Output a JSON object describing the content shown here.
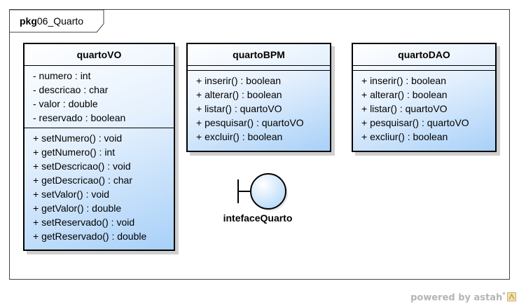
{
  "package": {
    "keyword": "pkg",
    "name": "06_Quarto"
  },
  "classes": [
    {
      "name": "quartoVO",
      "attributes": [
        "- numero : int",
        "- descricao : char",
        "- valor : double",
        "- reservado : boolean"
      ],
      "operations": [
        "+ setNumero() : void",
        "+ getNumero() : int",
        "+ setDescricao() : void",
        "+ getDescricao() : char",
        "+ setValor() : void",
        "+ getValor() : double",
        "+ setReservado() : void",
        "+ getReservado() : double"
      ]
    },
    {
      "name": "quartoBPM",
      "attributes": [],
      "operations": [
        "+ inserir() : boolean",
        "+ alterar() : boolean",
        "+ listar() : quartoVO",
        "+ pesquisar() : quartoVO",
        "+ excluir() : boolean"
      ]
    },
    {
      "name": "quartoDAO",
      "attributes": [],
      "operations": [
        "+ inserir() : boolean",
        "+ alterar() : boolean",
        "+ listar() : quartoVO",
        "+ pesquisar() : quartoVO",
        "+ excliur() : boolean"
      ]
    }
  ],
  "boundary": {
    "name": "intefaceQuarto",
    "icon": "boundary-icon"
  },
  "footer": {
    "text": "powered by astah",
    "superscript": "*"
  },
  "colors": {
    "class_fill_light": "#ffffff",
    "class_fill_dark": "#a8d0f8",
    "boundary_fill": "#b8daf8",
    "shadow": "#cfcfcf"
  }
}
